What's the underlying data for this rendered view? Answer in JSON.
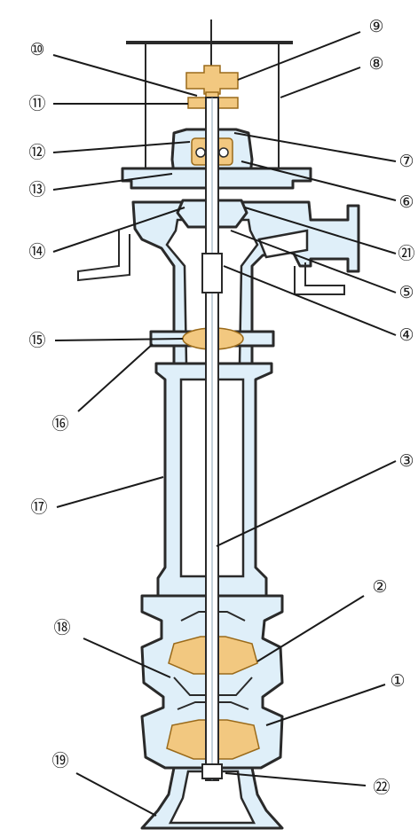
{
  "diagram": {
    "type": "vertical-pump-cross-section",
    "colors": {
      "outline": "#2a2a2a",
      "casing_fill": "#dfeff9",
      "bronze_parts": "#f2c880",
      "label_text": "#1a1a1a"
    },
    "callouts": [
      {
        "id": "c1",
        "text": "①"
      },
      {
        "id": "c2",
        "text": "②"
      },
      {
        "id": "c3",
        "text": "③"
      },
      {
        "id": "c4",
        "text": "④"
      },
      {
        "id": "c5",
        "text": "⑤"
      },
      {
        "id": "c6",
        "text": "⑥"
      },
      {
        "id": "c7",
        "text": "⑦"
      },
      {
        "id": "c8",
        "text": "⑧"
      },
      {
        "id": "c9",
        "text": "⑨"
      },
      {
        "id": "c10",
        "text": "⑩"
      },
      {
        "id": "c11",
        "text": "⑪"
      },
      {
        "id": "c12",
        "text": "⑫"
      },
      {
        "id": "c13",
        "text": "⑬"
      },
      {
        "id": "c14",
        "text": "⑭"
      },
      {
        "id": "c15",
        "text": "⑮"
      },
      {
        "id": "c16",
        "text": "⑯"
      },
      {
        "id": "c17",
        "text": "⑰"
      },
      {
        "id": "c18",
        "text": "⑱"
      },
      {
        "id": "c19",
        "text": "⑲"
      },
      {
        "id": "c21",
        "text": "㉑"
      },
      {
        "id": "c22",
        "text": "㉒"
      }
    ]
  }
}
